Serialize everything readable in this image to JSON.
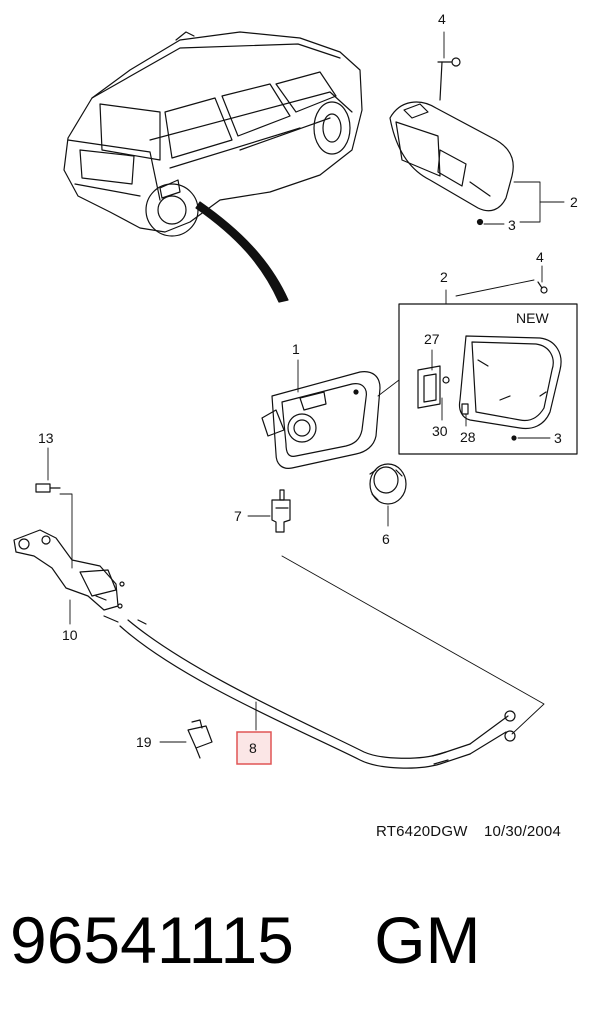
{
  "callouts": {
    "c4_top": "4",
    "c2_top": "2",
    "c3_top": "3",
    "c2_new": "2",
    "c4_new": "4",
    "new_label": "NEW",
    "c27": "27",
    "c30": "30",
    "c28": "28",
    "c3_new": "3",
    "c1": "1",
    "c13": "13",
    "c7": "7",
    "c6": "6",
    "c10": "10",
    "c19": "19",
    "c8": "8"
  },
  "highlight_color": "#e05555",
  "highlight_fill": "#fbe6e6",
  "reference": {
    "code": "RT6420DGW",
    "date": "10/30/2004"
  },
  "footer": {
    "part_number": "96541115",
    "brand": "GM"
  }
}
